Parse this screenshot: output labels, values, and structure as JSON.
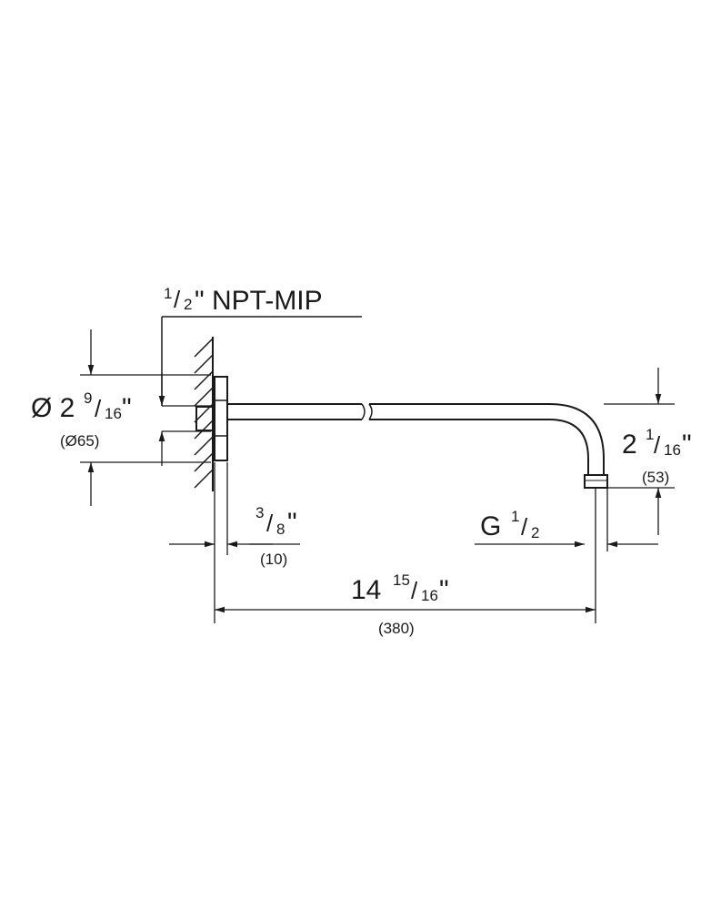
{
  "drawing": {
    "thread_callout": {
      "numerator": "1",
      "denominator": "2",
      "suffix": "\" NPT-MIP"
    },
    "flange_diameter": {
      "prefix": "Ø 2 ",
      "numerator": "9",
      "denominator": "16",
      "suffix": "\"",
      "metric": "(Ø65)"
    },
    "wall_offset": {
      "numerator": "3",
      "denominator": "8",
      "suffix": "\"",
      "metric": "(10)"
    },
    "outlet_thread": {
      "prefix": "G ",
      "numerator": "1",
      "denominator": "2"
    },
    "arm_length": {
      "whole": "14 ",
      "numerator": "15",
      "denominator": "16",
      "suffix": "\"",
      "metric": "(380)"
    },
    "drop_height": {
      "whole": "2 ",
      "numerator": "1",
      "denominator": "16",
      "suffix": "\"",
      "metric": "(53)"
    }
  }
}
